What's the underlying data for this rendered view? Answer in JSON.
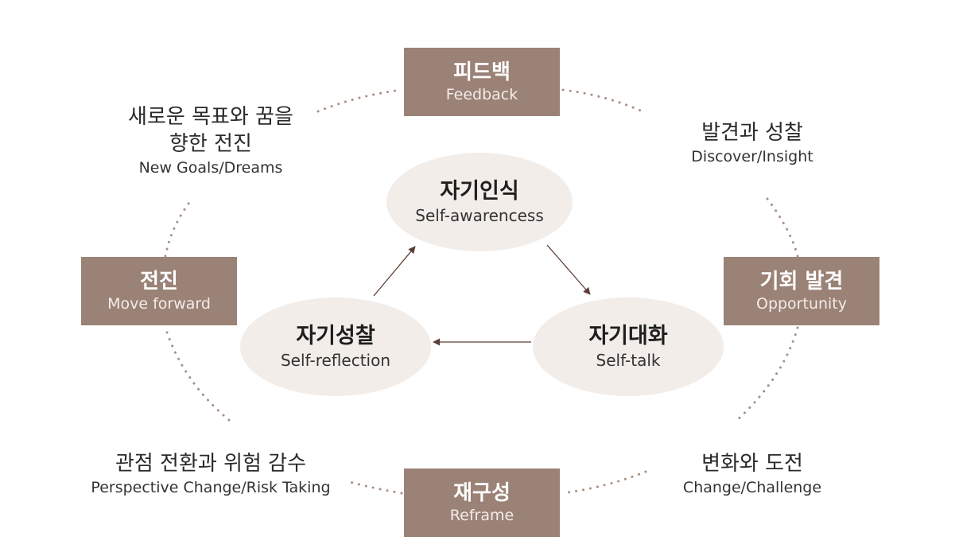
{
  "colors": {
    "box": "#9b8276",
    "ellipse": "#f2ede9",
    "arrow": "#5c3d33",
    "dots": "#a88f83"
  },
  "boxes": {
    "feedback": {
      "ko": "피드백",
      "en": "Feedback"
    },
    "opportunity": {
      "ko": "기회 발견",
      "en": "Opportunity"
    },
    "reframe": {
      "ko": "재구성",
      "en": "Reframe"
    },
    "move_forward": {
      "ko": "전진",
      "en": "Move forward"
    }
  },
  "core": {
    "awareness": {
      "ko": "자기인식",
      "en": "Self-awarencess"
    },
    "talk": {
      "ko": "자기대화",
      "en": "Self-talk"
    },
    "reflection": {
      "ko": "자기성찰",
      "en": "Self-reflection"
    }
  },
  "labels": {
    "new_goals": {
      "ko_line1": "새로운 목표와 꿈을",
      "ko_line2": "향한 전진",
      "en": "New Goals/Dreams"
    },
    "discover": {
      "ko": "발견과 성찰",
      "en": "Discover/Insight"
    },
    "change": {
      "ko": "변화와 도전",
      "en": "Change/Challenge"
    },
    "perspective": {
      "ko": "관점 전환과 위험 감수",
      "en": "Perspective Change/Risk Taking"
    }
  }
}
